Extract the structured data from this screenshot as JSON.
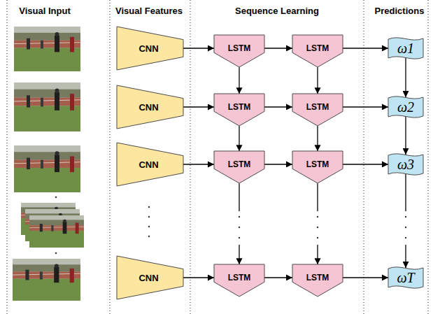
{
  "diagram": {
    "nodes": [
      {
        "text": [
          "CNN"
        ]
      },
      {
        "text": [
          "LSTM"
        ]
      },
      {
        "text": [
          "LSTM"
        ]
      },
      {
        "text": [
          "ω1"
        ]
      },
      {
        "text": [
          "CNN"
        ]
      },
      {
        "text": [
          "LSTM"
        ]
      },
      {
        "text": [
          "LSTM"
        ]
      },
      {
        "text": [
          "ω2"
        ]
      },
      {
        "text": [
          "CNN"
        ]
      },
      {
        "text": [
          "LSTM"
        ]
      },
      {
        "text": [
          "LSTM"
        ]
      },
      {
        "text": [
          "ω3"
        ]
      },
      {
        "text": [
          "CNN"
        ]
      },
      {
        "text": [
          "LSTM"
        ]
      },
      {
        "text": [
          "LSTM"
        ]
      },
      {
        "text": [
          "ωT"
        ]
      }
    ],
    "edges": [
      {
        "from": 0,
        "to": 1,
        "arrow": "to"
      },
      {
        "from": 1,
        "to": 2,
        "arrow": "to"
      },
      {
        "from": 2,
        "to": 3,
        "arrow": "to"
      },
      {
        "from": 4,
        "to": 5,
        "arrow": "to"
      },
      {
        "from": 5,
        "to": 6,
        "arrow": "to"
      },
      {
        "from": 6,
        "to": 7,
        "arrow": "to"
      },
      {
        "from": 8,
        "to": 9,
        "arrow": "to"
      },
      {
        "from": 9,
        "to": 10,
        "arrow": "to"
      },
      {
        "from": 10,
        "to": 11,
        "arrow": "to"
      },
      {
        "from": 12,
        "to": 13,
        "arrow": "to"
      },
      {
        "from": 13,
        "to": 14,
        "arrow": "to"
      },
      {
        "from": 14,
        "to": 15,
        "arrow": "to"
      },
      {
        "from": 1,
        "to": 5,
        "arrow": "to"
      },
      {
        "from": 2,
        "to": 6,
        "arrow": "to"
      },
      {
        "from": 3,
        "to": 7,
        "arrow": "to"
      },
      {
        "from": 5,
        "to": 9,
        "arrow": "to"
      },
      {
        "from": 6,
        "to": 10,
        "arrow": "to"
      },
      {
        "from": 7,
        "to": 11,
        "arrow": "to"
      },
      {
        "from": 9,
        "to": 13,
        "arrow": "to"
      },
      {
        "from": 10,
        "to": 14,
        "arrow": "to"
      },
      {
        "from": 11,
        "to": 15,
        "arrow": "to"
      }
    ],
    "labels": [
      "Visual Input",
      "Visual Features",
      "Sequence Learning",
      "Predictions"
    ]
  }
}
